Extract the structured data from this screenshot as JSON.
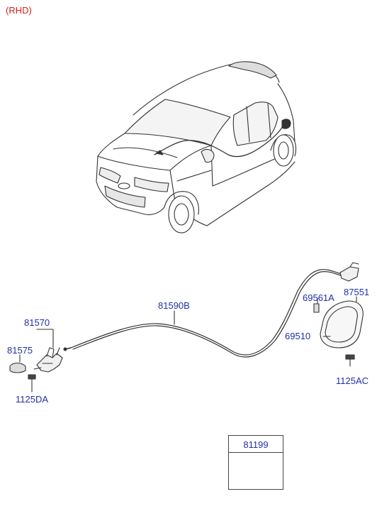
{
  "variant_note": "(RHD)",
  "labels": {
    "p81570": "81570",
    "p81575": "81575",
    "p1125DA": "1125DA",
    "p81590B": "81590B",
    "p69561A": "69561A",
    "p87551": "87551",
    "p69510": "69510",
    "p1125AC": "1125AC"
  },
  "part_box": {
    "label": "81199"
  },
  "colors": {
    "label": "#2030a8",
    "note": "#d42020",
    "line": "#333333"
  }
}
